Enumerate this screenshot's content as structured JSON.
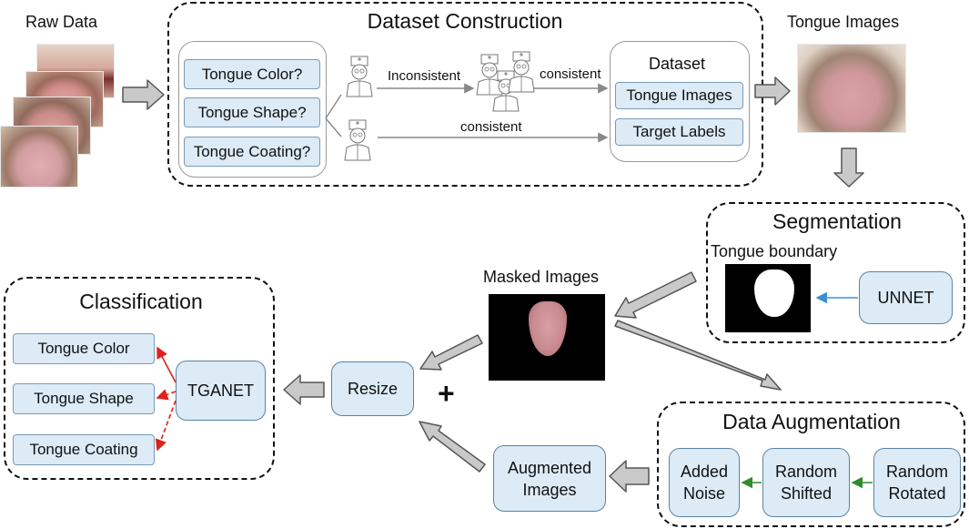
{
  "raw_data": {
    "label": "Raw Data"
  },
  "dataset_construction": {
    "title": "Dataset Construction",
    "questions": [
      "Tongue Color?",
      "Tongue Shape?",
      "Tongue Coating?"
    ],
    "edge_inconsistent": "Inconsistent",
    "edge_consistent_top": "consistent",
    "edge_consistent_bottom": "consistent",
    "dataset_title": "Dataset",
    "dataset_items": [
      "Tongue Images",
      "Target Labels"
    ]
  },
  "tongue_images": {
    "label": "Tongue Images"
  },
  "segmentation": {
    "title": "Segmentation",
    "boundary_label": "Tongue boundary",
    "model": "UNNET"
  },
  "masked_images": {
    "label": "Masked Images"
  },
  "classification": {
    "title": "Classification",
    "outputs": [
      "Tongue Color",
      "Tongue Shape",
      "Tongue Coating"
    ],
    "model": "TGANET"
  },
  "resize": {
    "label": "Resize",
    "plus": "+"
  },
  "augmented": {
    "label_line1": "Augmented",
    "label_line2": "Images"
  },
  "data_augmentation": {
    "title": "Data Augmentation",
    "steps": [
      {
        "line1": "Added",
        "line2": "Noise"
      },
      {
        "line1": "Random",
        "line2": "Shifted"
      },
      {
        "line1": "Random",
        "line2": "Rotated"
      }
    ]
  },
  "colors": {
    "blue_arrow": "#3b8fd6",
    "red_arrow": "#e0201b",
    "green_arrow": "#2e8b2e",
    "box_fill": "#dcebf6"
  }
}
